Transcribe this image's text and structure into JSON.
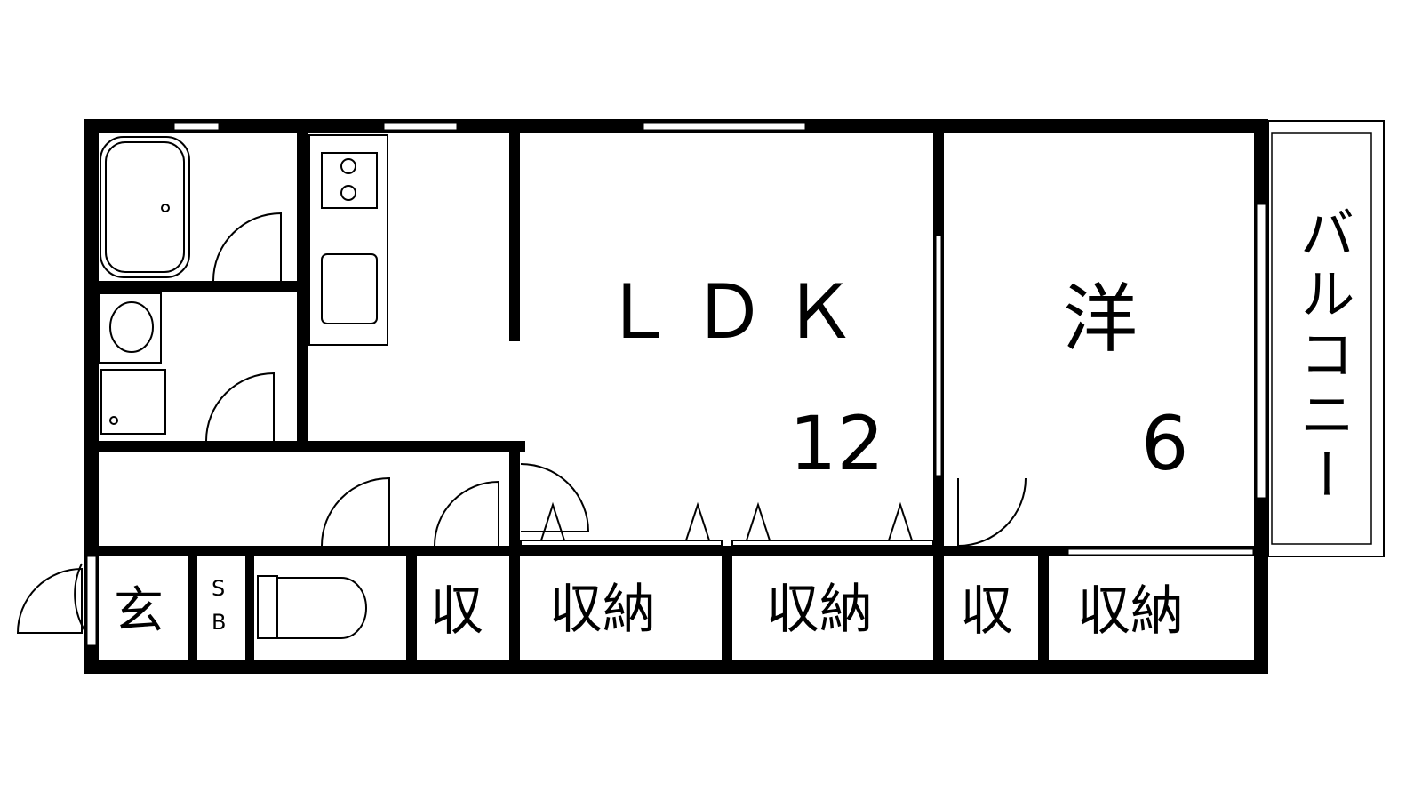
{
  "floorplan": {
    "rooms": {
      "ldk": {
        "label": "ＬＤＫ",
        "size": "12"
      },
      "western": {
        "label": "洋",
        "size": "6"
      },
      "balcony": {
        "label": "バルコニー"
      },
      "entrance": {
        "label": "玄"
      },
      "shoe_box": {
        "label_top": "S",
        "label_bottom": "B"
      },
      "storage_small_1": {
        "label": "収"
      },
      "storage_1": {
        "label": "収納"
      },
      "storage_2": {
        "label": "収納"
      },
      "storage_small_2": {
        "label": "収"
      },
      "storage_3": {
        "label": "収納"
      }
    },
    "colors": {
      "wall": "#000000",
      "background": "#ffffff"
    }
  }
}
